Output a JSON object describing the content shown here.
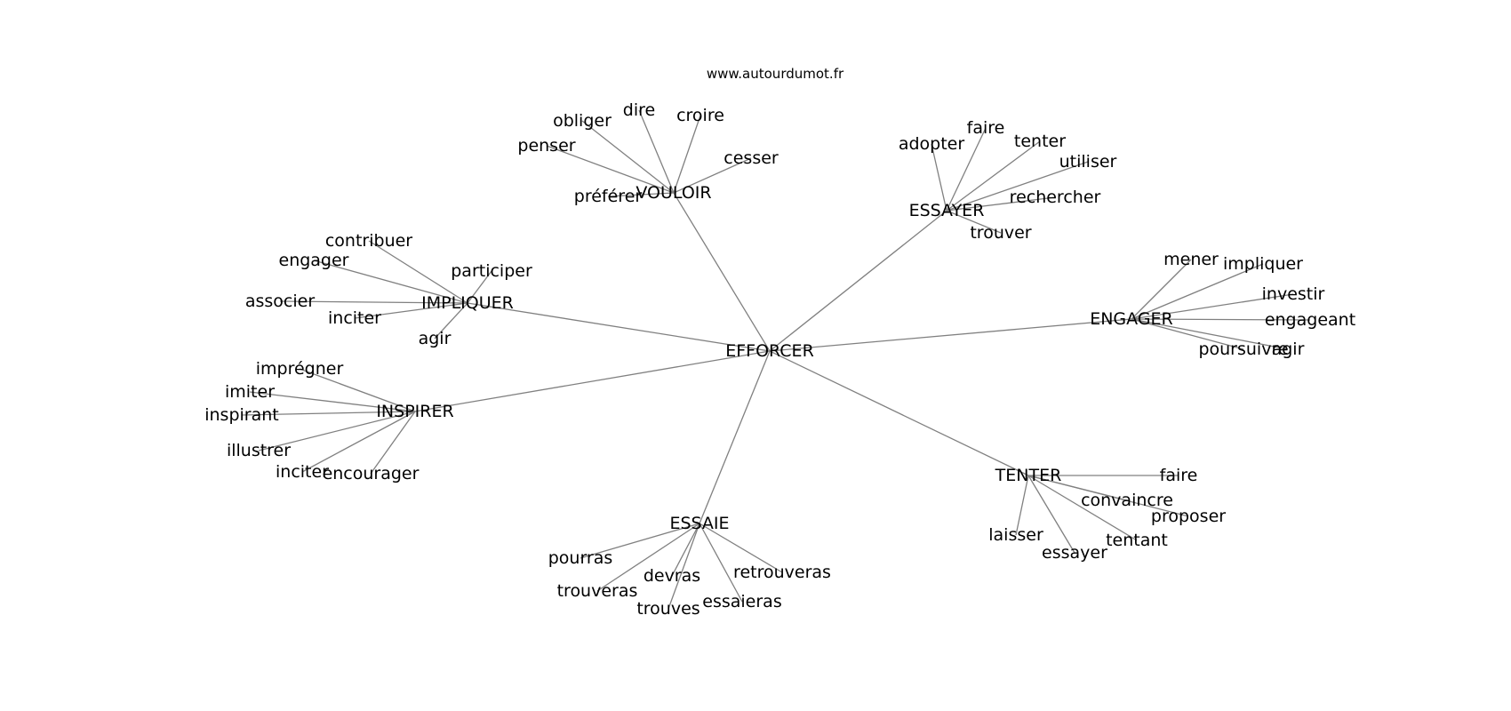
{
  "header": {
    "site": "www.autourdumot.fr"
  },
  "graph": {
    "center": "EFFORCER",
    "groups": [
      {
        "hub": "VOULOIR",
        "words": [
          "penser",
          "obliger",
          "dire",
          "croire",
          "cesser",
          "préférer"
        ]
      },
      {
        "hub": "ESSAYER",
        "words": [
          "adopter",
          "faire",
          "tenter",
          "utiliser",
          "rechercher",
          "trouver"
        ]
      },
      {
        "hub": "IMPLIQUER",
        "words": [
          "contribuer",
          "engager",
          "participer",
          "associer",
          "inciter",
          "agir"
        ]
      },
      {
        "hub": "ENGAGER",
        "words": [
          "mener",
          "impliquer",
          "investir",
          "engageant",
          "poursuivre",
          "agir"
        ]
      },
      {
        "hub": "INSPIRER",
        "words": [
          "imprégner",
          "imiter",
          "inspirant",
          "illustrer",
          "inciter",
          "encourager"
        ]
      },
      {
        "hub": "TENTER",
        "words": [
          "faire",
          "convaincre",
          "proposer",
          "laisser",
          "essayer",
          "tentant"
        ]
      },
      {
        "hub": "ESSAIE",
        "words": [
          "pourras",
          "trouveras",
          "devras",
          "trouves",
          "essaieras",
          "retrouveras"
        ]
      }
    ]
  }
}
